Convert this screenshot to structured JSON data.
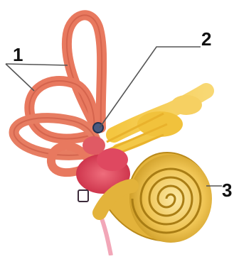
{
  "labels": {
    "one": "1",
    "two": "2",
    "three": "3"
  },
  "parts": [
    {
      "key": "1",
      "name": "semicircular-canals"
    },
    {
      "key": "2",
      "name": "vestibule"
    },
    {
      "key": "3",
      "name": "cochlea"
    }
  ],
  "colors": {
    "canal": "#e8795f",
    "canal_dark": "#c2503c",
    "vestibule": "#d8394f",
    "cochlea": "#e3b33b",
    "cochlea_dark": "#a97d14",
    "nerve": "#f2c23a",
    "leader_line": "#555555",
    "background": "#ffffff"
  }
}
